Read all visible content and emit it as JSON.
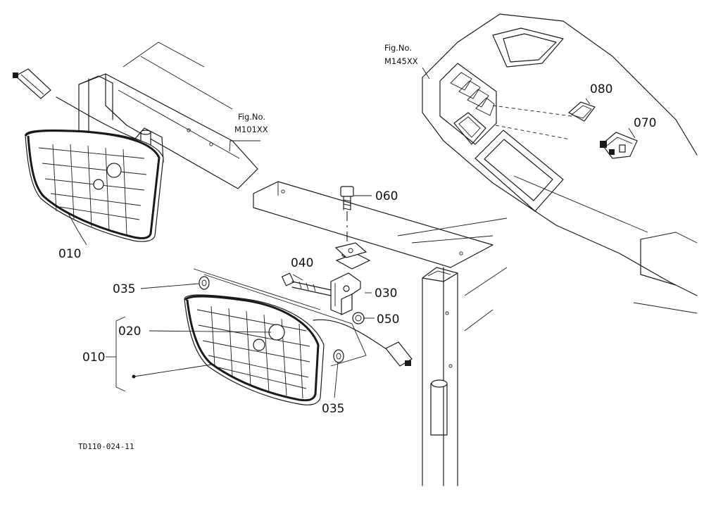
{
  "callouts": {
    "p010_top": "010",
    "p010_group": "010",
    "p020": "020",
    "p030": "030",
    "p035_top": "035",
    "p035_bottom": "035",
    "p040": "040",
    "p050": "050",
    "p060": "060",
    "p070": "070",
    "p080": "080"
  },
  "figure_refs": {
    "frame": {
      "label": "Fig.No.",
      "number": "M101XX"
    },
    "dash": {
      "label": "Fig.No.",
      "number": "M145XX"
    }
  },
  "drawing_code": "TD110-024-11"
}
